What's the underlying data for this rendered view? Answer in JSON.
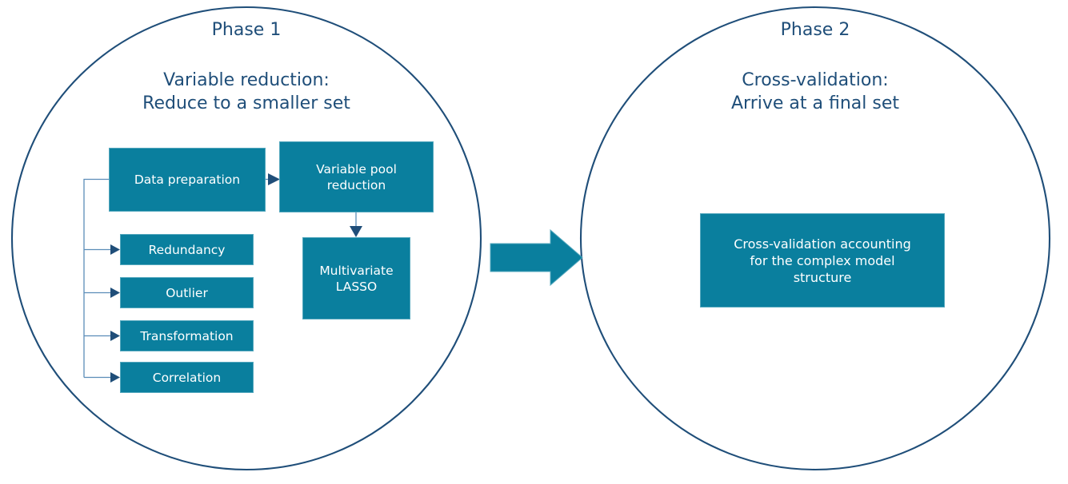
{
  "diagram": {
    "type": "two-phase-flow-diagram",
    "accent_color": "#0a7f9e",
    "outline_color": "#1f4e79",
    "text_on_accent": "#ffffff",
    "background": "#ffffff"
  },
  "phase1": {
    "title": "Phase 1",
    "subtitle_line1": "Variable reduction:",
    "subtitle_line2": "Reduce to a smaller set",
    "boxes": {
      "data_preparation": "Data preparation",
      "variable_pool_reduction_line1": "Variable pool",
      "variable_pool_reduction_line2": "reduction",
      "multivariate_lasso_line1": "Multivariate",
      "multivariate_lasso_line2": "LASSO",
      "redundancy": "Redundancy",
      "outlier": "Outlier",
      "transformation": "Transformation",
      "correlation": "Correlation"
    }
  },
  "phase2": {
    "title": "Phase 2",
    "subtitle_line1": "Cross-validation:",
    "subtitle_line2": "Arrive at a final set",
    "boxes": {
      "cross_validation_line1": "Cross-validation accounting",
      "cross_validation_line2": "for the complex model",
      "cross_validation_line3": "structure"
    }
  }
}
